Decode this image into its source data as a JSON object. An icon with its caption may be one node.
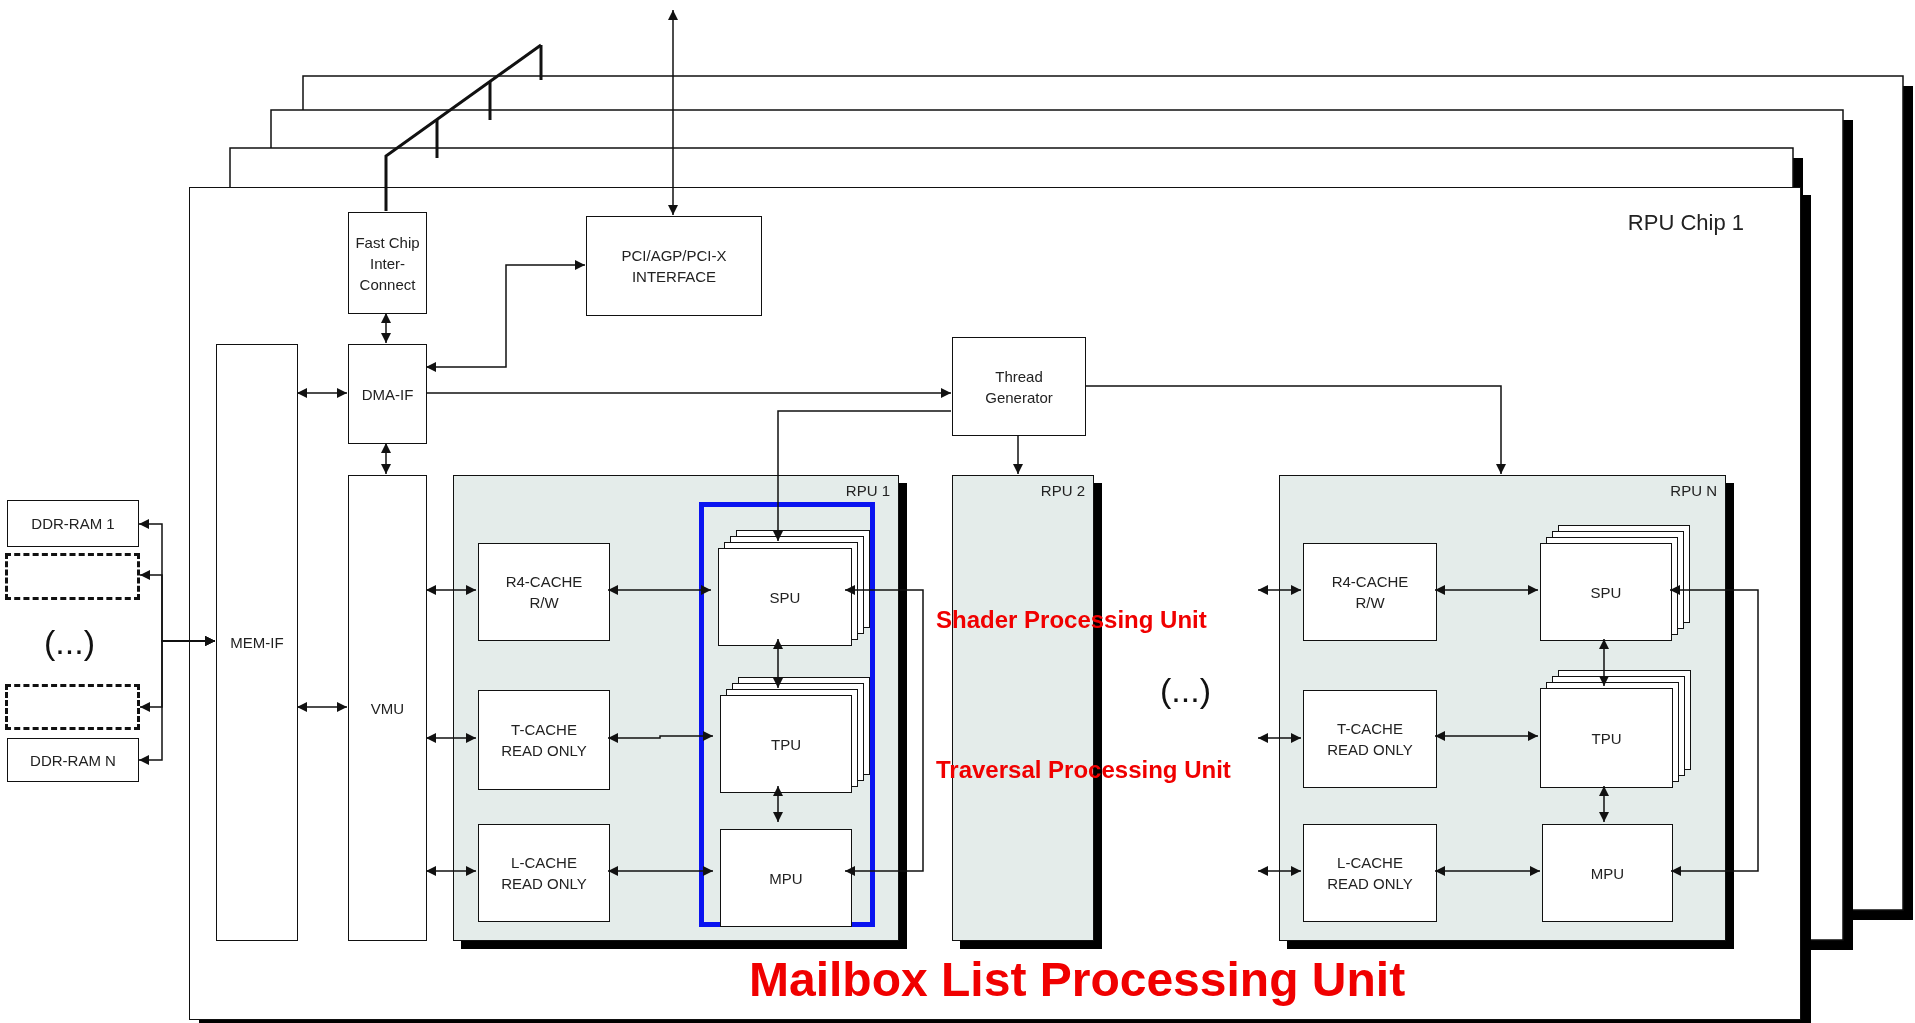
{
  "diagram": {
    "nodes": [
      {
        "text": [
          "RPU Chip 1"
        ]
      },
      {
        "text": [
          "Fast Chip Inter-Connect"
        ],
        "in": 0
      },
      {
        "text": [
          "PCI/AGP/PCI-X INTERFACE"
        ],
        "in": 0
      },
      {
        "text": [
          "MEM-IF"
        ],
        "in": 0
      },
      {
        "text": [
          "DMA-IF"
        ],
        "in": 0
      },
      {
        "text": [
          "Thread Generator"
        ],
        "in": 0
      },
      {
        "text": [
          "VMU"
        ],
        "in": 0
      },
      {
        "text": [
          "RPU 1"
        ],
        "in": 0
      },
      {
        "text": [
          "R4-CACHE R/W"
        ],
        "in": 7
      },
      {
        "text": [
          "T-CACHE READ ONLY"
        ],
        "in": 7
      },
      {
        "text": [
          "L-CACHE READ ONLY"
        ],
        "in": 7
      },
      {
        "text": [],
        "shape": "box",
        "in": 7
      },
      {
        "text": [
          "SPU"
        ],
        "in": 11
      },
      {
        "text": [
          "TPU"
        ],
        "in": 11
      },
      {
        "text": [
          "MPU"
        ],
        "in": 11
      },
      {
        "text": [
          "RPU 2"
        ],
        "in": 0
      },
      {
        "text": [
          "RPU N"
        ],
        "in": 0
      },
      {
        "text": [
          "R4-CACHE R/W"
        ],
        "in": 16
      },
      {
        "text": [
          "T-CACHE READ ONLY"
        ],
        "in": 16
      },
      {
        "text": [
          "L-CACHE READ ONLY"
        ],
        "in": 16
      },
      {
        "text": [
          "SPU"
        ],
        "in": 16
      },
      {
        "text": [
          "TPU"
        ],
        "in": 16
      },
      {
        "text": [
          "MPU"
        ],
        "in": 16
      },
      {
        "text": [
          "DDR-RAM 1"
        ]
      },
      {
        "text": [],
        "shape": "box"
      },
      {
        "text": [],
        "shape": "box"
      },
      {
        "text": [
          "DDR-RAM N"
        ]
      }
    ],
    "edges": [
      {
        "from": 1,
        "to": null,
        "arrow": "none"
      },
      {
        "from": 2,
        "to": null,
        "arrow": "both"
      },
      {
        "from": 1,
        "to": 4,
        "arrow": "both"
      },
      {
        "from": 4,
        "to": 2,
        "arrow": "both"
      },
      {
        "from": 3,
        "to": 4,
        "arrow": "both"
      },
      {
        "from": 4,
        "to": 5,
        "arrow": "to"
      },
      {
        "from": 4,
        "to": 6,
        "arrow": "both"
      },
      {
        "from": 3,
        "to": 6,
        "arrow": "both"
      },
      {
        "from": 5,
        "to": 15,
        "arrow": "to"
      },
      {
        "from": 5,
        "to": 16,
        "arrow": "to"
      },
      {
        "from": 5,
        "to": 12,
        "arrow": "to"
      },
      {
        "from": 3,
        "to": 23,
        "arrow": "both"
      },
      {
        "from": 3,
        "to": 24,
        "arrow": "both"
      },
      {
        "from": 3,
        "to": 25,
        "arrow": "both"
      },
      {
        "from": 3,
        "to": 26,
        "arrow": "both"
      },
      {
        "from": 6,
        "to": 8,
        "arrow": "both"
      },
      {
        "from": 6,
        "to": 9,
        "arrow": "both"
      },
      {
        "from": 6,
        "to": 10,
        "arrow": "both"
      },
      {
        "from": 8,
        "to": 12,
        "arrow": "both"
      },
      {
        "from": 9,
        "to": 13,
        "arrow": "both"
      },
      {
        "from": 10,
        "to": 14,
        "arrow": "both"
      },
      {
        "from": 12,
        "to": 13,
        "arrow": "both"
      },
      {
        "from": 13,
        "to": 14,
        "arrow": "both"
      },
      {
        "from": 12,
        "to": 14,
        "arrow": "both"
      },
      {
        "from": null,
        "to": 17,
        "arrow": "both"
      },
      {
        "from": null,
        "to": 18,
        "arrow": "both"
      },
      {
        "from": null,
        "to": 19,
        "arrow": "both"
      },
      {
        "from": 17,
        "to": 20,
        "arrow": "both"
      },
      {
        "from": 18,
        "to": 21,
        "arrow": "both"
      },
      {
        "from": 19,
        "to": 22,
        "arrow": "both"
      },
      {
        "from": 20,
        "to": 21,
        "arrow": "both"
      },
      {
        "from": 21,
        "to": 22,
        "arrow": "both"
      },
      {
        "from": 20,
        "to": 22,
        "arrow": "both"
      }
    ],
    "labels": [
      "Shader Processing Unit",
      "(...)",
      "(...)",
      "Traversal Processing Unit",
      "Mailbox List Processing Unit"
    ]
  }
}
